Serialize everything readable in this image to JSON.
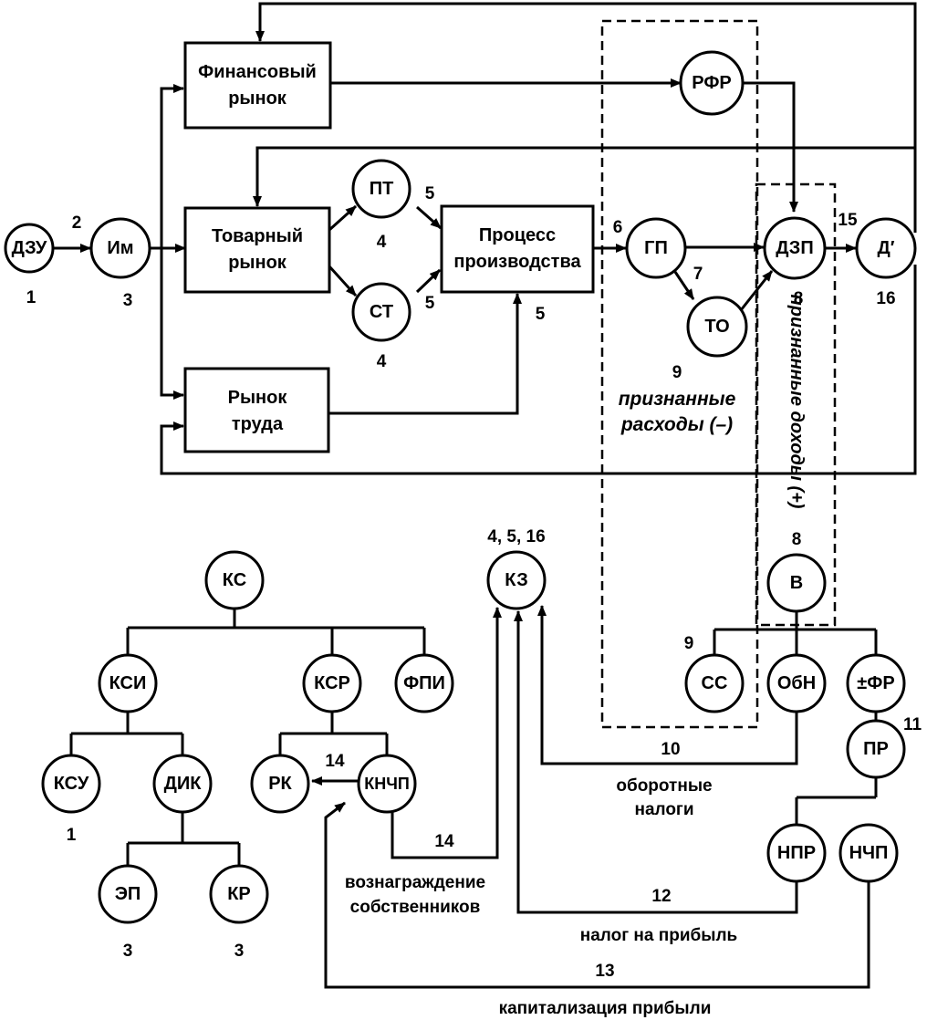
{
  "boxes": {
    "fin_market": [
      "Финансовый",
      "рынок"
    ],
    "goods_market": [
      "Товарный",
      "рынок"
    ],
    "production": [
      "Процесс",
      "производства"
    ],
    "labor_market": [
      "Рынок",
      "труда"
    ]
  },
  "nodes": {
    "dzu": "ДЗУ",
    "im": "Им",
    "pt": "ПТ",
    "st": "СТ",
    "gp": "ГП",
    "to": "ТО",
    "rfr": "РФР",
    "dzp": "ДЗП",
    "d": "Д′",
    "ks": "КС",
    "ksi": "КСИ",
    "ksr": "КСР",
    "fpi": "ФПИ",
    "ksu": "КСУ",
    "dik": "ДИК",
    "ep": "ЭП",
    "kr": "КР",
    "rk": "РК",
    "knchp": "КНЧП",
    "kz": "КЗ",
    "v": "В",
    "ss": "СС",
    "obn": "ОбН",
    "fr": "±ФР",
    "pr": "ПР",
    "npr": "НПР",
    "nchp": "НЧП"
  },
  "numbers": {
    "n1_dzu": "1",
    "n2": "2",
    "n3_im": "3",
    "n4_pt": "4",
    "n4_st": "4",
    "n5_pt": "5",
    "n5_st": "5",
    "n5_prod": "5",
    "n6": "6",
    "n7": "7",
    "n8_dzp": "8",
    "n15": "15",
    "n16_d": "16",
    "n9_to": "9",
    "n_kz": "4, 5, 16",
    "n8_v": "8",
    "n9_ss": "9",
    "n11": "11",
    "n10": "10",
    "n14_rk": "14",
    "n14_knchp": "14",
    "n12": "12",
    "n13": "13",
    "n1_ksu": "1",
    "n3_ep": "3",
    "n3_kr": "3"
  },
  "labels": {
    "expenses": [
      "признанные",
      "расходы (–)"
    ],
    "income": "признанные доходы (+)",
    "turnover_tax": [
      "оборотные",
      "налоги"
    ],
    "owners_reward": [
      "вознаграждение",
      "собственников"
    ],
    "profit_tax": "налог на прибыль",
    "profit_cap": "капитализация прибыли"
  }
}
